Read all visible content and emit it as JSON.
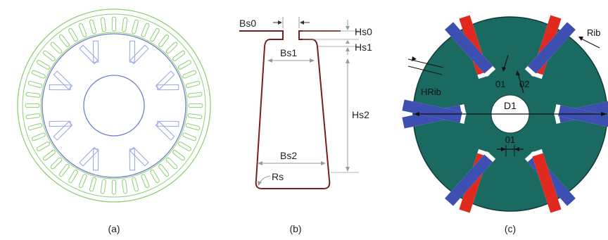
{
  "panels": {
    "a": {
      "caption": "(a)",
      "colors": {
        "stator": "#8fcf72",
        "rotor": "#6f7fd0",
        "magnet": "#9fa9e6"
      }
    },
    "b": {
      "caption": "(b)",
      "labels": {
        "bs0": "Bs0",
        "bs1": "Bs1",
        "bs2": "Bs2",
        "rs": "Rs",
        "hs0": "Hs0",
        "hs1": "Hs1",
        "hs2": "Hs2"
      },
      "colors": {
        "slot": "#7a1e22",
        "dim": "#9a9a9a"
      }
    },
    "c": {
      "caption": "(c)",
      "labels": {
        "rib": "Rib",
        "hrib": "HRib",
        "o1_top": "01",
        "o2": "02",
        "d1": "D1",
        "o1_bottom": "01"
      },
      "colors": {
        "rotor": "#1b6a62",
        "magnet_red": "#e02a20",
        "magnet_blue": "#3d4fb0"
      }
    }
  }
}
